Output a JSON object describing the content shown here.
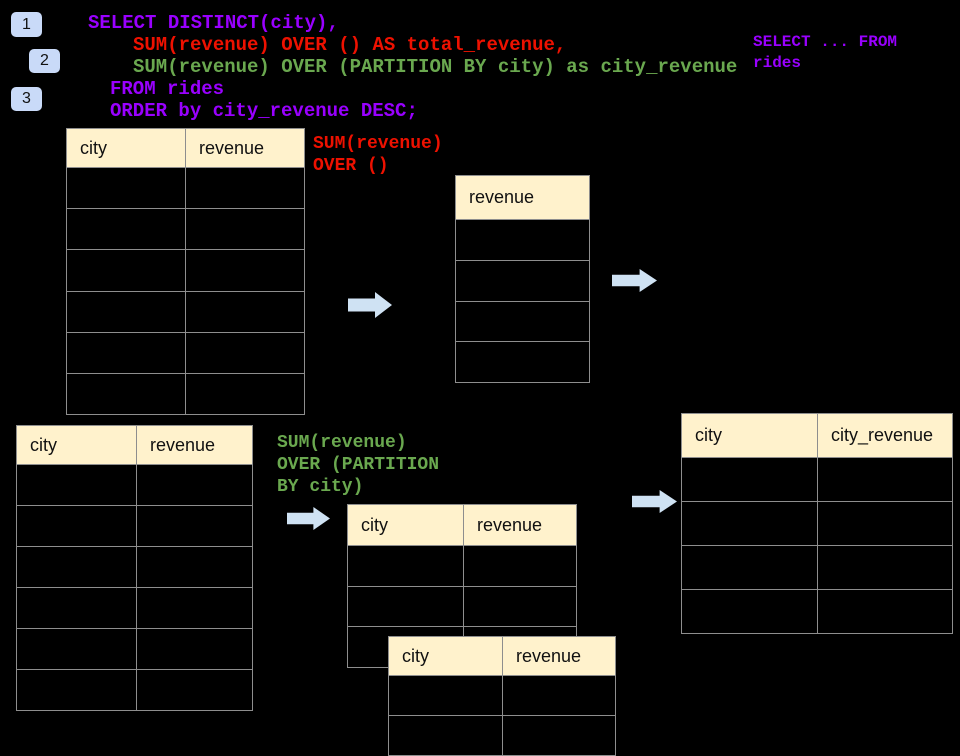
{
  "badges": [
    "1",
    "2",
    "3"
  ],
  "sql": {
    "l1": "SELECT DISTINCT(city),",
    "l2": "SUM(revenue) OVER () AS total_revenue,",
    "l3": "SUM(revenue) OVER (PARTITION BY city) as city_revenue",
    "l4": "FROM rides",
    "l5": "ORDER by city_revenue DESC;"
  },
  "side_sql": {
    "l1": "SELECT ... FROM",
    "l2": "rides"
  },
  "annotation_total": {
    "l1": "SUM(revenue)",
    "l2": "OVER ()"
  },
  "annotation_partition": {
    "l1": "SUM(revenue)",
    "l2": "OVER (PARTITION",
    "l3": "BY city)"
  },
  "tables": {
    "source_top": {
      "columns": [
        "city",
        "revenue"
      ],
      "body_rows": 6,
      "rows": []
    },
    "total_result": {
      "columns": [
        "revenue"
      ],
      "body_rows": 4,
      "rows": []
    },
    "source_bottom": {
      "columns": [
        "city",
        "revenue"
      ],
      "body_rows": 6,
      "rows": []
    },
    "partition_mid": {
      "columns": [
        "city",
        "revenue"
      ],
      "body_rows": 3,
      "rows": []
    },
    "partition_overlay": {
      "columns": [
        "city",
        "revenue"
      ],
      "body_rows": 2,
      "rows": []
    },
    "city_revenue_result": {
      "columns": [
        "city",
        "city_revenue"
      ],
      "body_rows": 4,
      "rows": []
    }
  },
  "colors": {
    "background": "#000000",
    "sql_purple": "#9900FF",
    "sql_red": "#EE1100",
    "sql_green": "#6AA84F",
    "header_fill": "#FFF2CC",
    "table_border": "#8E8E8E",
    "arrow": "#CFE2F3",
    "badge_fill": "#C9DAF8"
  }
}
